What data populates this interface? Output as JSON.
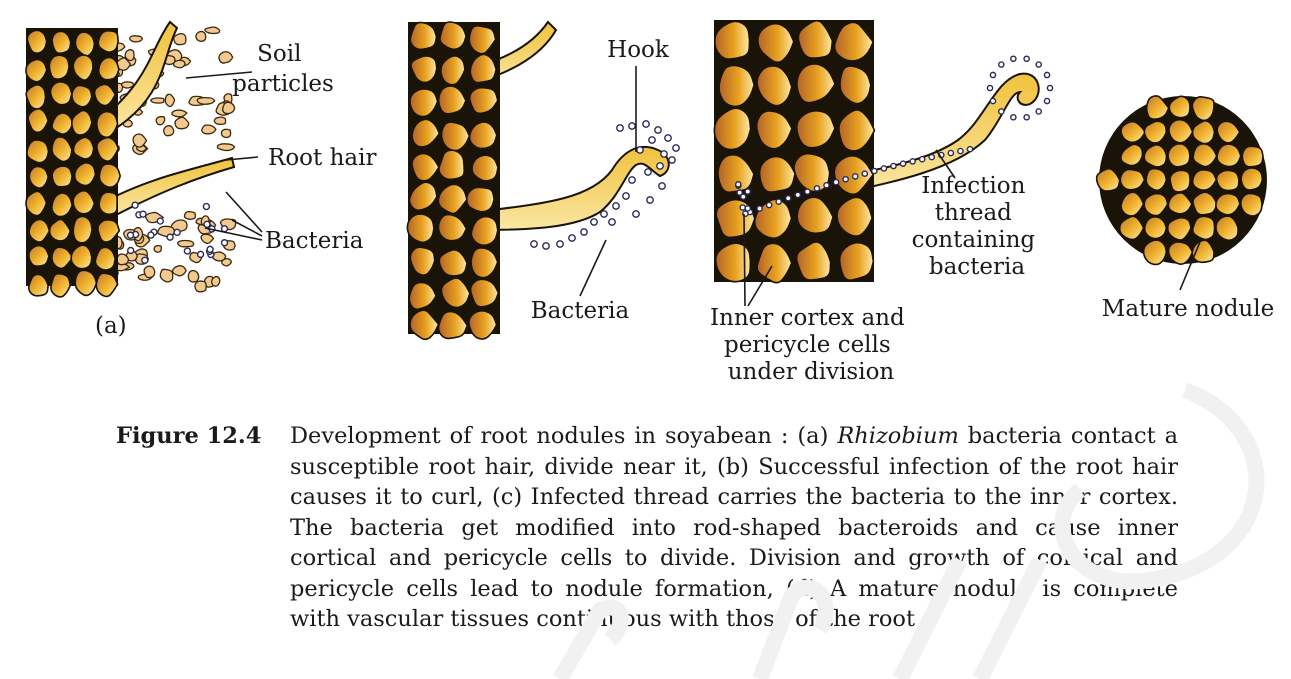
{
  "labels": {
    "soil_particles": [
      "Soil",
      "particles"
    ],
    "root_hair": "Root hair",
    "bacteria_a": "Bacteria",
    "panel_a": "(a)",
    "hook": "Hook",
    "bacteria_b": "Bacteria",
    "infection_thread": [
      "Infection",
      "thread",
      "containing",
      "bacteria"
    ],
    "inner_cortex": [
      "Inner cortex and",
      "pericycle cells",
      "under division"
    ],
    "mature_nodule": "Mature nodule"
  },
  "caption": {
    "label": "Figure 12.4",
    "part1": "Development of root nodules in soyabean : (a) ",
    "italic": "Rhizobium",
    "part2": " bacteria contact a susceptible root hair, divide near it, (b) Successful infection of the root hair causes it to curl, (c) Infected thread carries the bacteria to the inner cortex. The bacteria get modified into rod-shaped bacteroids and cause inner cortical and pericycle cells to divide. Division and growth of cortical and pericycle cells lead to nodule formation, (d) A mature nodule is complete with vascular tissues continuous with those of the root"
  },
  "colors": {
    "cell_dark": "#b3632b",
    "cell_mid": "#e7a11e",
    "cell_light": "#fde9a8",
    "outline": "#1a1408",
    "watermark": "#f1f1f1"
  }
}
